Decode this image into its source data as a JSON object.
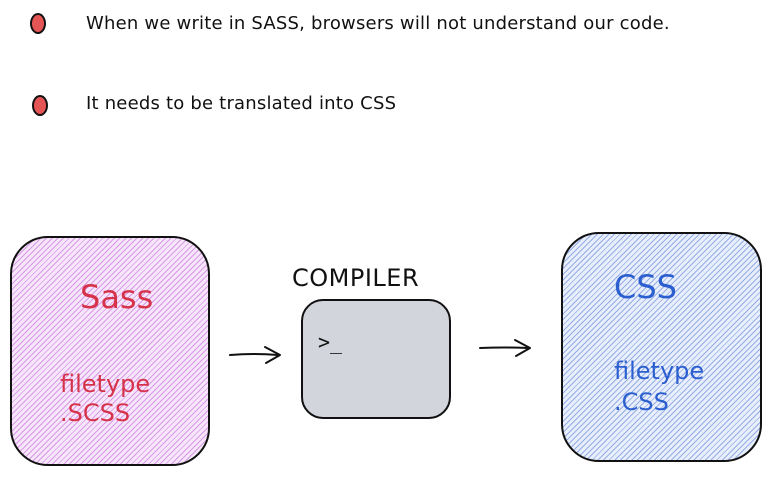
{
  "bullets": [
    {
      "text": "When we write in SASS, browsers will not understand our code.",
      "dot_color": "#e65555"
    },
    {
      "text": "It needs to be translated into CSS",
      "dot_color": "#e65555"
    }
  ],
  "sass_box": {
    "title": "Sass",
    "sub_line1": "filetype",
    "sub_line2": ".SCSS",
    "text_color": "#d6334a",
    "fill_color": "#e9b8f2"
  },
  "compiler": {
    "title": "COMPILER",
    "prompt": ">_",
    "fill_color": "#d2d5dc"
  },
  "css_box": {
    "title": "CSS",
    "sub_line1": "filetype",
    "sub_line2": ".CSS",
    "text_color": "#2b5fd0",
    "fill_color": "#b7c8f0"
  },
  "arrows": [
    {
      "icon": "right-arrow-icon"
    },
    {
      "icon": "right-arrow-icon"
    }
  ]
}
